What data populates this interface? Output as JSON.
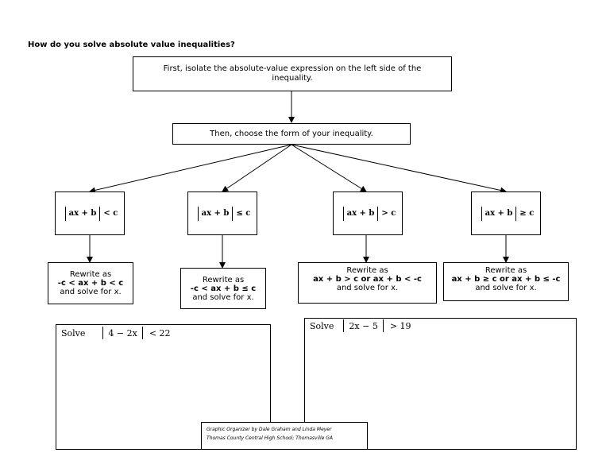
{
  "heading": "How do you solve absolute value inequalities?",
  "step1": "First, isolate the absolute-value expression on the left side of the inequality.",
  "step2": "Then, choose the form of your inequality.",
  "forms": [
    {
      "expr": "ax + b",
      "rel": "< c"
    },
    {
      "expr": "ax + b",
      "rel": "≤ c"
    },
    {
      "expr": "ax + b",
      "rel": "> c"
    },
    {
      "expr": "ax + b",
      "rel": "≥ c"
    }
  ],
  "rewrites": [
    {
      "line1": "Rewrite as",
      "line2": "-c < ax + b < c",
      "line3": "and solve for x."
    },
    {
      "line1": "Rewrite as",
      "line2": "-c < ax + b ≤ c",
      "line3": "and solve for x."
    },
    {
      "line1": "Rewrite as",
      "line2": "ax + b > c   or   ax + b < -c",
      "line3": "and solve for x."
    },
    {
      "line1": "Rewrite as",
      "line2": "ax + b ≥ c   or   ax + b ≤ -c",
      "line3": "and solve for x."
    }
  ],
  "examples": [
    {
      "label": "Solve",
      "expr": "4 − 2x",
      "rel": "<  22"
    },
    {
      "label": "Solve",
      "expr": "2x − 5",
      "rel": ">   19"
    }
  ],
  "credit": {
    "line1": "Graphic Organizer by Dale Graham and Linda Meyer",
    "line2": "Thomas County Central High School; Thomasville GA"
  }
}
